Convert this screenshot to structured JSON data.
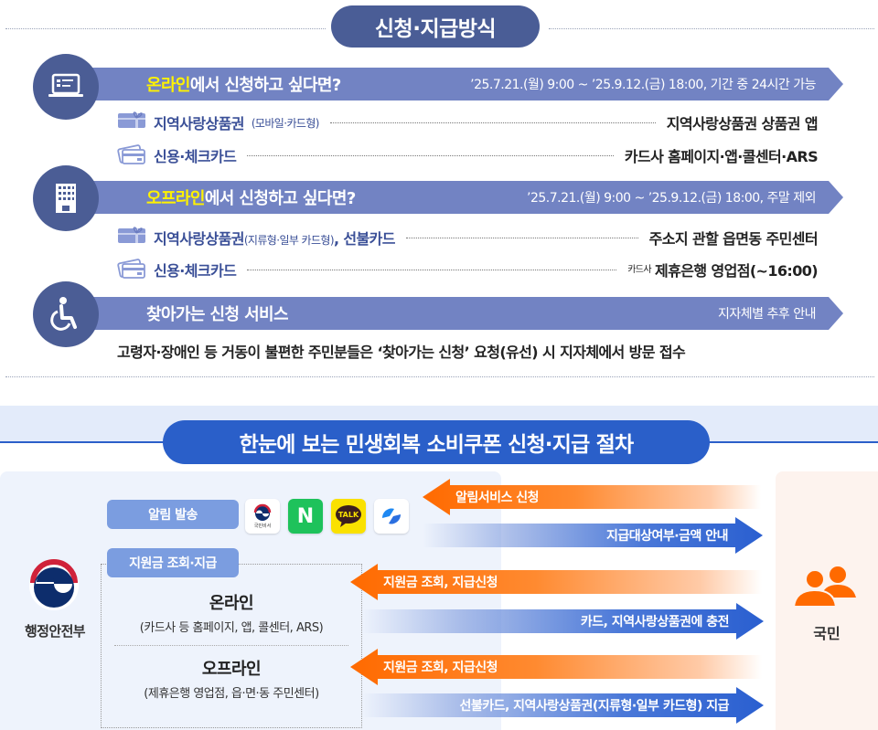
{
  "top": {
    "title": "신청·지급방식",
    "online": {
      "title_highlight": "온라인",
      "title_rest": "에서 신청하고 싶다면?",
      "period": "’25.7.21.(월) 9:00 ~ ’25.9.12.(금) 18:00, 기간 중 24시간 가능",
      "rows": [
        {
          "icon": "gift-card-icon",
          "label": "지역사랑상품권",
          "label_note": "(모바일·카드형)",
          "dest_note": "",
          "dest": "지역사랑상품권 상품권 앱"
        },
        {
          "icon": "credit-cards-icon",
          "label": "신용·체크카드",
          "label_note": "",
          "dest_note": "",
          "dest": "카드사 홈페이지·앱·콜센터·ARS"
        }
      ]
    },
    "offline": {
      "title_highlight": "오프라인",
      "title_rest": "에서 신청하고 싶다면?",
      "period": "’25.7.21.(월) 9:00 ~ ’25.9.12.(금) 18:00, 주말 제외",
      "rows": [
        {
          "icon": "gift-card-icon",
          "label": "지역사랑상품권",
          "label_note": "(지류형·일부 카드형)",
          "label_suffix": ", 선불카드",
          "dest_note": "",
          "dest": "주소지 관할 읍면동 주민센터"
        },
        {
          "icon": "credit-cards-icon",
          "label": "신용·체크카드",
          "label_note": "",
          "dest_note": "카드사",
          "dest": "제휴은행 영업점(~16:00)"
        }
      ]
    },
    "visit": {
      "title": "찾아가는 신청 서비스",
      "note": "지자체별 추후 안내",
      "description": "고령자·장애인 등 거동이 불편한 주민분들은 ‘찾아가는 신청’ 요청(유선) 시 지자체에서 방문 접수"
    }
  },
  "bottom": {
    "title": "한눈에 보는 민생회복 소비쿠폰 신청·지급 절차",
    "gov_name": "행정안전부",
    "citizen_name": "국민",
    "notice_tag": "알림 발송",
    "apps": [
      {
        "name": "국민비서",
        "icon": "gukmin-biseo-icon",
        "bg": "#ffffff"
      },
      {
        "name": "N",
        "icon": "naver-icon",
        "bg": "#1ec25b"
      },
      {
        "name": "TALK",
        "icon": "kakaotalk-icon",
        "bg": "#fae100"
      },
      {
        "name": "",
        "icon": "toss-icon",
        "bg": "#ffffff"
      }
    ],
    "support_tag": "지원금 조회·지급",
    "methods": [
      {
        "title": "온라인",
        "sub": "(카드사 등 홈페이지, 앱, 콜센터, ARS)"
      },
      {
        "title": "오프라인",
        "sub": "(제휴은행 영업점, 읍·면·동 주민센터)"
      }
    ],
    "arrows": [
      {
        "direction": "left",
        "label": "알림서비스 신청"
      },
      {
        "direction": "right",
        "label": "지급대상여부·금액 안내"
      },
      {
        "direction": "left",
        "label": "지원금 조회, 지급신청"
      },
      {
        "direction": "right",
        "label": "카드, 지역사랑상품권에 충전"
      },
      {
        "direction": "left",
        "label": "지원금 조회, 지급신청"
      },
      {
        "direction": "right",
        "label": "선불카드, 지역사랑상품권(지류형·일부 카드형) 지급"
      }
    ]
  },
  "colors": {
    "navy": "#4a5d96",
    "band": "#7283c3",
    "highlight": "#fff200",
    "blue": "#2a5fc9",
    "orange": "#ff6a00"
  }
}
